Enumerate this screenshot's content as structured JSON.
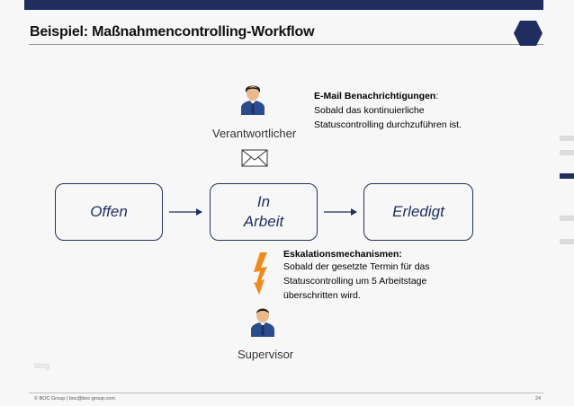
{
  "slide": {
    "title": "Beispiel: Maßnahmencontrolling-Workflow",
    "footer": "© BOC Group | boc@boc-group.com",
    "page_number": "24",
    "watermark": "blog"
  },
  "workflow": {
    "states": [
      {
        "label": "Offen"
      },
      {
        "label": "In\nArbeit"
      },
      {
        "label": "Erledigt"
      }
    ],
    "roles": {
      "top": "Verantwortlicher",
      "bottom": "Supervisor"
    },
    "email_note": {
      "title": "E-Mail Benachrichtigungen",
      "title_suffix": ":",
      "body": "Sobald das kontinuierliche Statuscontrolling durchzuführen ist."
    },
    "escalation_note": {
      "title": "Eskalationsmechanismen:",
      "body": "Sobald der gesetzte Termin für das Statuscontrolling um 5 Arbeitstage überschritten wird."
    }
  },
  "colors": {
    "brand_navy": "#1f2e5e",
    "lightning": "#f08a1c"
  },
  "icons": [
    "person-icon",
    "envelope-icon",
    "lightning-icon",
    "hexagon-logo-icon"
  ]
}
